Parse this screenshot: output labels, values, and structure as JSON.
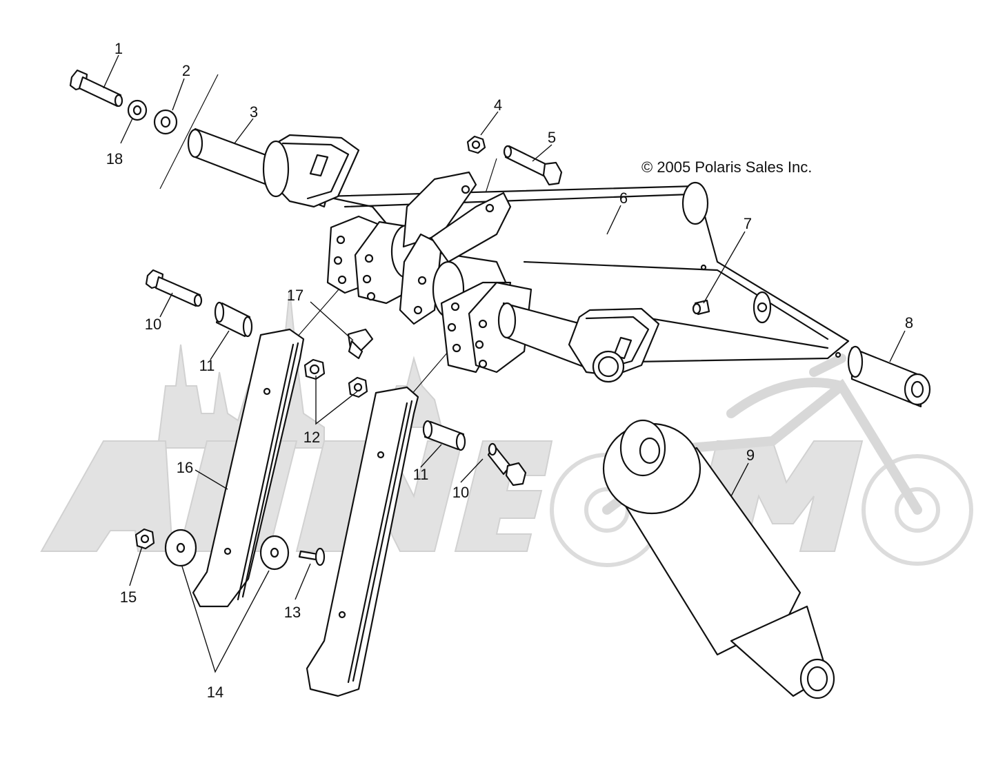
{
  "copyright": "© 2005 Polaris Sales Inc.",
  "callouts": [
    "1",
    "2",
    "3",
    "4",
    "5",
    "6",
    "7",
    "8",
    "9",
    "10",
    "10",
    "11",
    "11",
    "12",
    "13",
    "14",
    "15",
    "16",
    "17",
    "18"
  ],
  "colors": {
    "line": "#111111",
    "background": "#ffffff",
    "watermark": "#dedede"
  }
}
